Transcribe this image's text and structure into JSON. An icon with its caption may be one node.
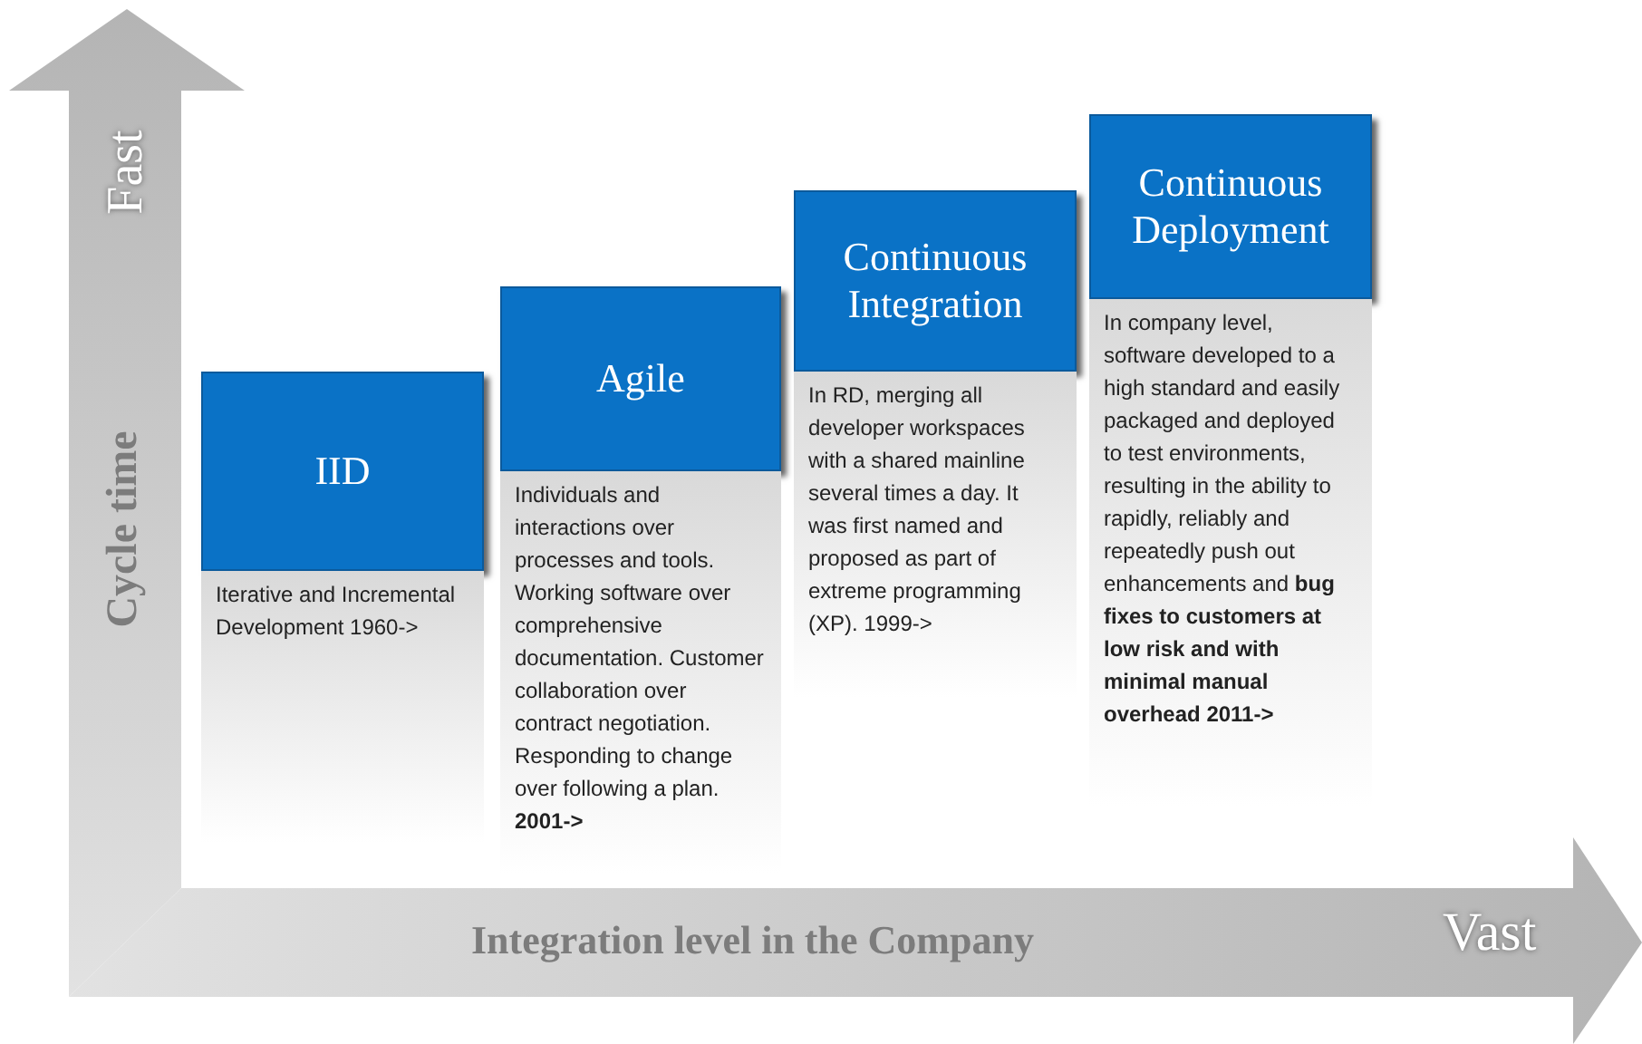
{
  "diagram": {
    "nodes": [
      {
        "text": [
          "IID",
          "Iterative and Incremental Development 1960->"
        ]
      },
      {
        "text": [
          "Agile",
          "Individuals and interactions over processes and tools. Working software over comprehensive documentation. Customer collaboration over contract negotiation. Responding to change over following a plan. **2001->**"
        ]
      },
      {
        "text": [
          "Continuous Integration",
          "In RD, merging all developer workspaces with a shared mainline several times a day. It was first named and proposed as part of extreme programming (XP). 1999->"
        ]
      },
      {
        "text": [
          "Continuous Deployment",
          "In company level, software developed to a high standard and easily packaged and deployed to test environments, resulting in the ability to rapidly, reliably and repeatedly push out enhancements and **bug fixes to customers at low risk and with minimal manual overhead 2011->**"
        ]
      }
    ],
    "labels": [
      "Fast",
      "Cycle time",
      "Integration level in the Company",
      "Vast"
    ]
  }
}
